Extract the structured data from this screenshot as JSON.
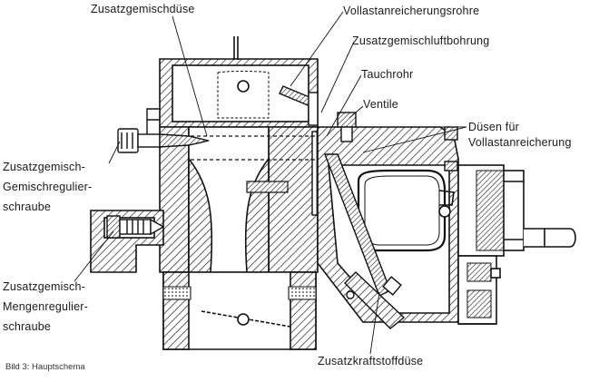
{
  "labels": {
    "zusatzgemischduese": "Zusatzgemischdüse",
    "vollastanreicherungsrohre": "Vollastanreicherungsrohre",
    "zusatzgemischluftbohrung": "Zusatzgemischluftbohrung",
    "tauchrohr": "Tauchrohr",
    "ventile": "Ventile",
    "duesen_line1": "Düsen  für",
    "duesen_line2": "Vollastanreicherung",
    "gemischregulier_line1": "Zusatzgemisch-",
    "gemischregulier_line2": "Gemischregulier-",
    "gemischregulier_line3": "schraube",
    "mengenregulier_line1": "Zusatzgemisch-",
    "mengenregulier_line2": "Mengenregulier-",
    "mengenregulier_line3": "schraube",
    "zusatzkraftstoffduese": "Zusatzkraftstoffdüse"
  },
  "caption": "Bild 3:  Hauptschema"
}
